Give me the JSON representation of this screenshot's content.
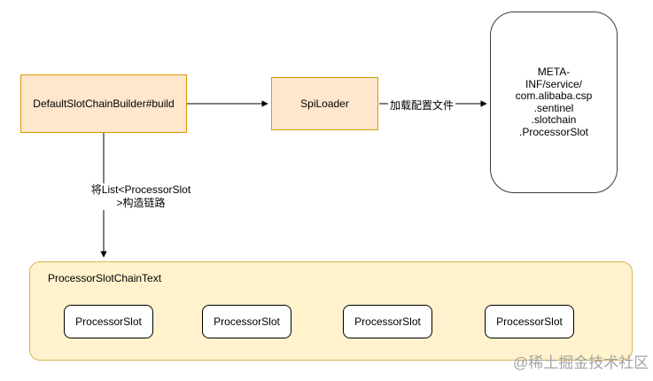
{
  "diagram": {
    "nodes": {
      "builder": {
        "label": "DefaultSlotChainBuilder#build"
      },
      "spi_loader": {
        "label": "SpiLoader"
      },
      "meta_file": {
        "lines": [
          "META-",
          "INF/service/",
          "com.alibaba.csp",
          ".sentinel",
          ".slotchain",
          ".ProcessorSlot"
        ]
      },
      "chain_container": {
        "label": "ProcessorSlotChainText"
      },
      "slots": [
        "ProcessorSlot",
        "ProcessorSlot",
        "ProcessorSlot",
        "ProcessorSlot"
      ]
    },
    "edges": {
      "load_config": {
        "label": "加载配置文件"
      },
      "build_chain": {
        "label_lines": [
          "将List<ProcessorSlot",
          ">构造链路"
        ]
      }
    },
    "watermark": "@稀土掘金技术社区",
    "colors": {
      "node_fill_orange": "#ffe6cc",
      "node_border_orange": "#d79b00",
      "container_fill_yellow": "#fff2cc",
      "container_border_yellow": "#d6b656",
      "edge_color": "#000000",
      "watermark_color": "#a3a3a3"
    }
  }
}
